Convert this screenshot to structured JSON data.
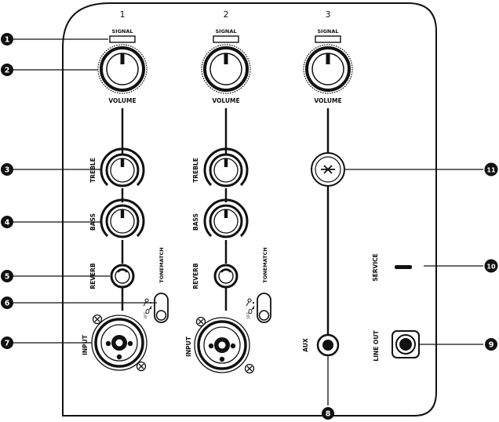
{
  "channels": [
    {
      "number": "1",
      "signal": "SIGNAL",
      "volume": "VOLUME",
      "treble": "TREBLE",
      "bass": "BASS",
      "reverb": "REVERB",
      "tonematch": "TONEMATCH",
      "input": "INPUT"
    },
    {
      "number": "2",
      "signal": "SIGNAL",
      "volume": "VOLUME",
      "treble": "TREBLE",
      "bass": "BASS",
      "reverb": "REVERB",
      "tonematch": "TONEMATCH",
      "input": "INPUT"
    },
    {
      "number": "3",
      "signal": "SIGNAL",
      "volume": "VOLUME",
      "aux": "AUX"
    }
  ],
  "rear": {
    "service": "SERVICE",
    "line_out": "LINE OUT"
  },
  "callouts": [
    "1",
    "2",
    "3",
    "4",
    "5",
    "6",
    "7",
    "8",
    "9",
    "10",
    "11"
  ],
  "switch_marks": {
    "off": "OFF"
  },
  "icons": {
    "bluetooth": "bluetooth-icon",
    "mic": "microphone-icon",
    "guitar": "guitar-icon",
    "xlr_latch": "xlr-latch-icon"
  }
}
